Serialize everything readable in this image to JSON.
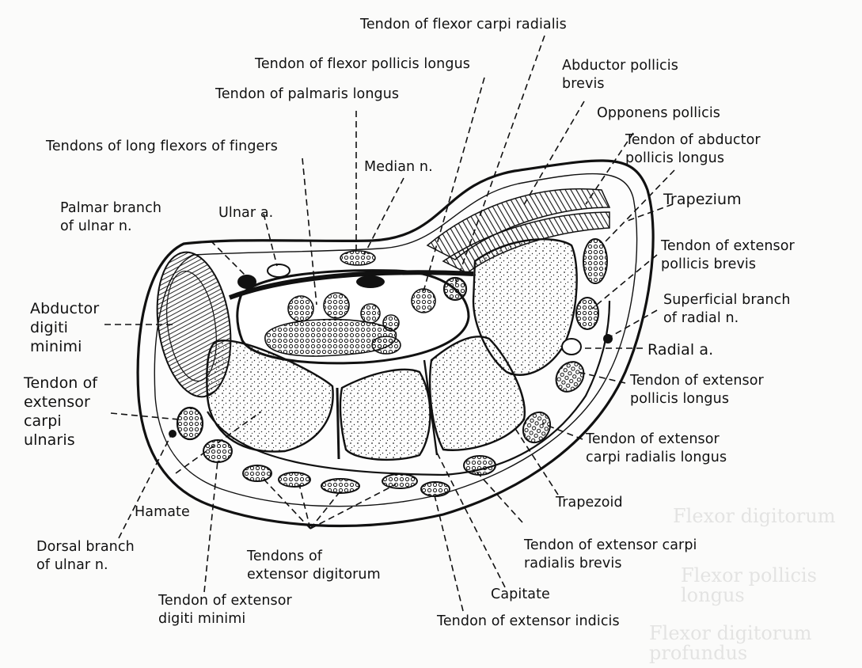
{
  "labels": {
    "flexor_carpi_radialis": "Tendon of flexor carpi radialis",
    "flexor_pollicis_longus": "Tendon of flexor pollicis longus",
    "abductor_pollicis_brevis": "Abductor pollicis\nbrevis",
    "palmaris_longus": "Tendon of palmaris longus",
    "opponens_pollicis": "Opponens pollicis",
    "abductor_pollicis_longus": "Tendon of abductor\npollicis longus",
    "long_flexors": "Tendons of long flexors of fingers",
    "median_nerve": "Median n.",
    "trapezium": "Trapezium",
    "palmar_branch_ulnar": "Palmar branch\nof ulnar n.",
    "ulnar_artery": "Ulnar a.",
    "extensor_pollicis_brevis": "Tendon of extensor\npollicis brevis",
    "superficial_radial": "Superficial branch\nof radial n.",
    "abductor_digiti_minimi": "Abductor\ndigiti\nminimi",
    "radial_artery": "Radial a.",
    "extensor_pollicis_longus": "Tendon of extensor\npollicis longus",
    "extensor_carpi_ulnaris": "Tendon of\nextensor\ncarpi\nulnaris",
    "extensor_carpi_radialis_longus": "Tendon of extensor\ncarpi radialis longus",
    "trapezoid": "Trapezoid",
    "hamate": "Hamate",
    "extensor_carpi_radialis_brevis": "Tendon of extensor carpi\nradialis brevis",
    "dorsal_branch_ulnar": "Dorsal branch\nof ulnar n.",
    "extensor_digitorum": "Tendons of\nextensor digitorum",
    "capitate": "Capitate",
    "extensor_digiti_minimi": "Tendon of extensor\ndigiti minimi",
    "extensor_indicis": "Tendon of extensor indicis"
  },
  "background_text": {
    "right_col": [
      "Flexor digitorum",
      "Flexor pollicis",
      "longus",
      "Flexor digitorum",
      "profundus"
    ]
  },
  "colors": {
    "ink": "#111111",
    "paper": "#fbfbfa",
    "bone_fill": "#ffffff"
  }
}
